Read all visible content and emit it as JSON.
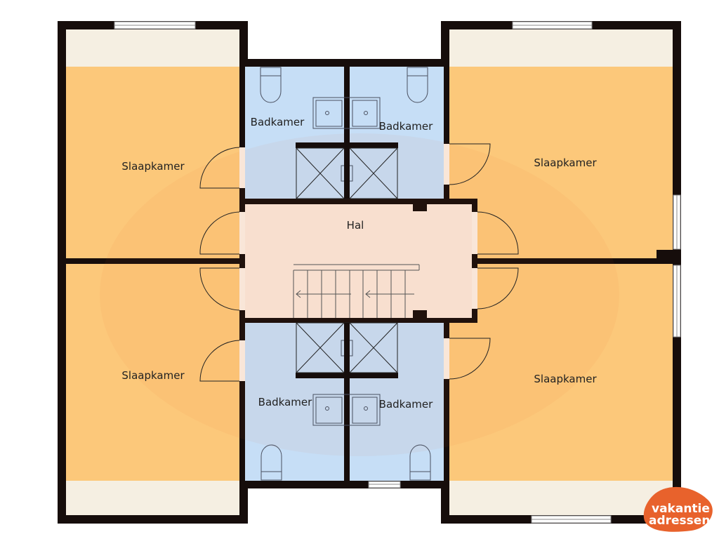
{
  "rooms": {
    "bedroom_top_left": "Slaapkamer",
    "bedroom_top_right": "Slaapkamer",
    "bedroom_bottom_left": "Slaapkamer",
    "bedroom_bottom_right": "Slaapkamer",
    "bath_top_left": "Badkamer",
    "bath_top_right": "Badkamer",
    "bath_bottom_left": "Badkamer",
    "bath_bottom_right": "Badkamer",
    "hall": "Hal"
  },
  "logo": {
    "line1": "vakantie",
    "line2": "adressen"
  },
  "colors": {
    "bedroom": "#fcc87a",
    "balcony": "#f5efe2",
    "bathroom": "#c6def6",
    "hall": "#f9e6d8",
    "wall": "#160d0b",
    "logo": "#e8622c"
  }
}
